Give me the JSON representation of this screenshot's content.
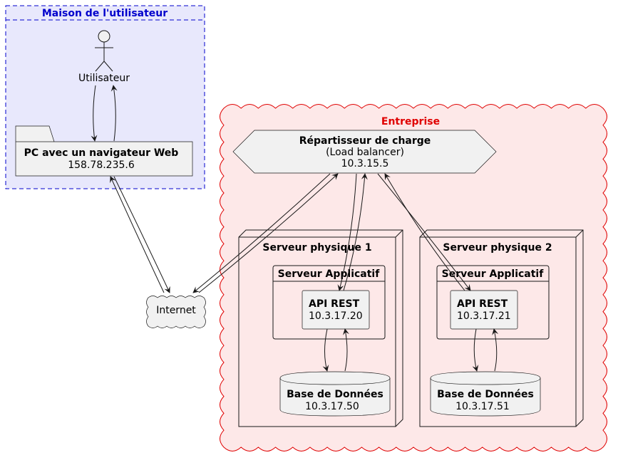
{
  "colors": {
    "home_fill": "#E8E8FC",
    "home_border": "#0000CC",
    "enterprise_fill": "#FDE8E8",
    "enterprise_border": "#E00000",
    "node_fill": "#F1F1F1",
    "line": "#181818"
  },
  "home": {
    "title": "Maison de l'utilisateur",
    "actor": "Utilisateur",
    "pc_name": "PC avec un navigateur Web",
    "pc_ip": "158.78.235.6"
  },
  "internet": "Internet",
  "enterprise": {
    "title": "Entreprise",
    "lb_name": "Répartisseur de charge",
    "lb_sub": "(Load balancer)",
    "lb_ip": "10.3.15.5",
    "servers": [
      {
        "title": "Serveur physique 1",
        "app_title": "Serveur Applicatif",
        "api_name": "API REST",
        "api_ip": "10.3.17.20",
        "db_name": "Base de Données",
        "db_ip": "10.3.17.50"
      },
      {
        "title": "Serveur physique 2",
        "app_title": "Serveur Applicatif",
        "api_name": "API REST",
        "api_ip": "10.3.17.21",
        "db_name": "Base de Données",
        "db_ip": "10.3.17.51"
      }
    ]
  }
}
